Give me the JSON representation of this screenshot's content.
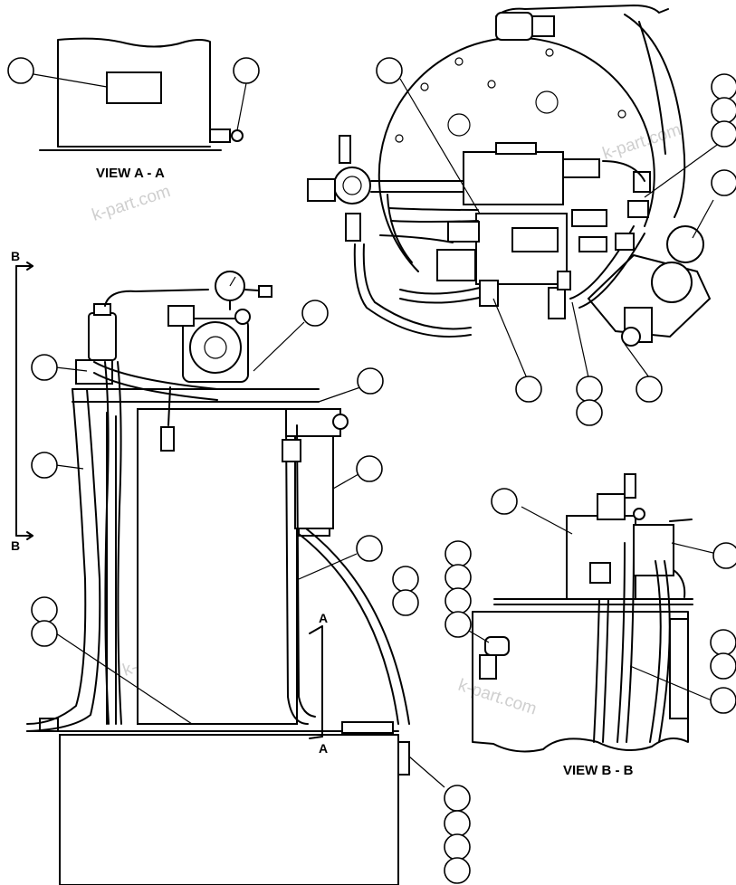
{
  "views": {
    "view_aa": "VIEW A - A",
    "view_bb": "VIEW B - B"
  },
  "section_letters": {
    "b_top": "B",
    "b_bottom": "B",
    "a_top": "A",
    "a_bottom": "A"
  },
  "watermarks": [
    "k-part.com",
    "k-part.com",
    "k-part.com",
    "k-part.com"
  ]
}
